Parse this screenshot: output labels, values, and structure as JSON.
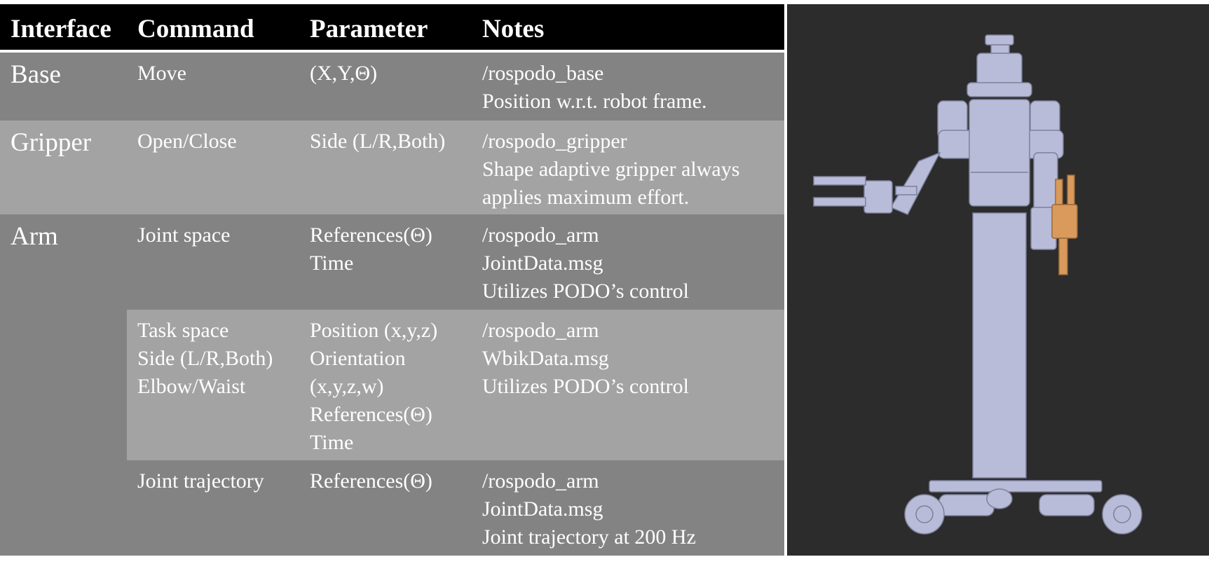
{
  "table": {
    "headers": [
      "Interface",
      "Command",
      "Parameter",
      "Notes"
    ],
    "rows": [
      {
        "interface": "Base",
        "command": "Move",
        "parameter": "(X,Y,Θ)",
        "notes": "/rospodo_base\nPosition w.r.t. robot frame."
      },
      {
        "interface": "Gripper",
        "command": "Open/Close",
        "parameter": "Side (L/R,Both)",
        "notes": "/rospodo_gripper\nShape adaptive gripper always\napplies maximum effort."
      },
      {
        "interface": "Arm",
        "command": "Joint space",
        "parameter": "References(Θ)\nTime",
        "notes": "/rospodo_arm\nJointData.msg\nUtilizes PODO’s control"
      },
      {
        "interface": "",
        "command": "Task space\nSide (L/R,Both)\nElbow/Waist",
        "parameter": "Position (x,y,z)\nOrientation\n(x,y,z,w)\nReferences(Θ)\nTime",
        "notes": "/rospodo_arm\nWbikData.msg\nUtilizes PODO’s control"
      },
      {
        "interface": "",
        "command": "Joint trajectory",
        "parameter": "References(Θ)",
        "notes": "/rospodo_arm\nJointData.msg\nJoint trajectory at 200 Hz"
      }
    ]
  },
  "colors": {
    "header_bg": "#000000",
    "row_dark": "#838383",
    "row_light": "#a3a3a3",
    "render_bg": "#2c2c2c",
    "robot_body": "#b8bcd8",
    "gripper_accent": "#d99a5c"
  }
}
